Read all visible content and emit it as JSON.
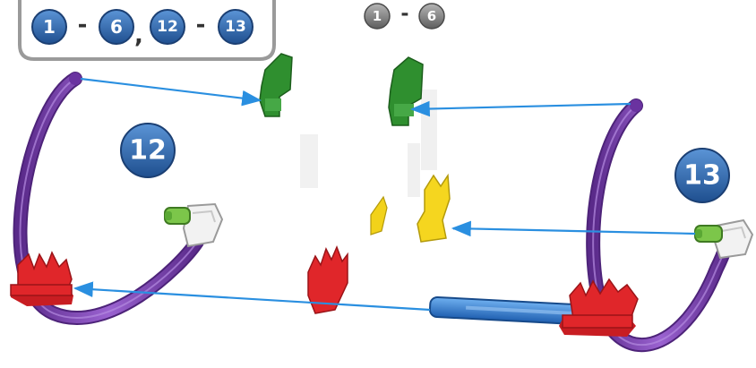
{
  "legend_box": {
    "items": [
      {
        "kind": "badge",
        "label": "1"
      },
      {
        "kind": "sep",
        "label": "-"
      },
      {
        "kind": "badge",
        "label": "6"
      },
      {
        "kind": "sep",
        "label": ","
      },
      {
        "kind": "badge",
        "label": "12"
      },
      {
        "kind": "sep",
        "label": "-"
      },
      {
        "kind": "badge",
        "label": "13"
      }
    ]
  },
  "grey_range": {
    "start": "1",
    "sep": "-",
    "end": "6"
  },
  "step_badges": {
    "left": "12",
    "right": "13"
  },
  "colors": {
    "badge_blue": "#2f6db3",
    "badge_grey": "#8a8a8a",
    "purple_rod": "#7a3fb0",
    "red_connector": "#e0262a",
    "green_connector": "#2f8f2f",
    "light_green": "#7cc64a",
    "yellow_connector": "#f2d21a",
    "blue_rod": "#2f7fd6",
    "arrow": "#2a8fe0",
    "box_border": "#9a9a9a"
  },
  "icons": {
    "legend_badge": "numbered-circle-icon",
    "step_badge": "numbered-circle-icon"
  }
}
